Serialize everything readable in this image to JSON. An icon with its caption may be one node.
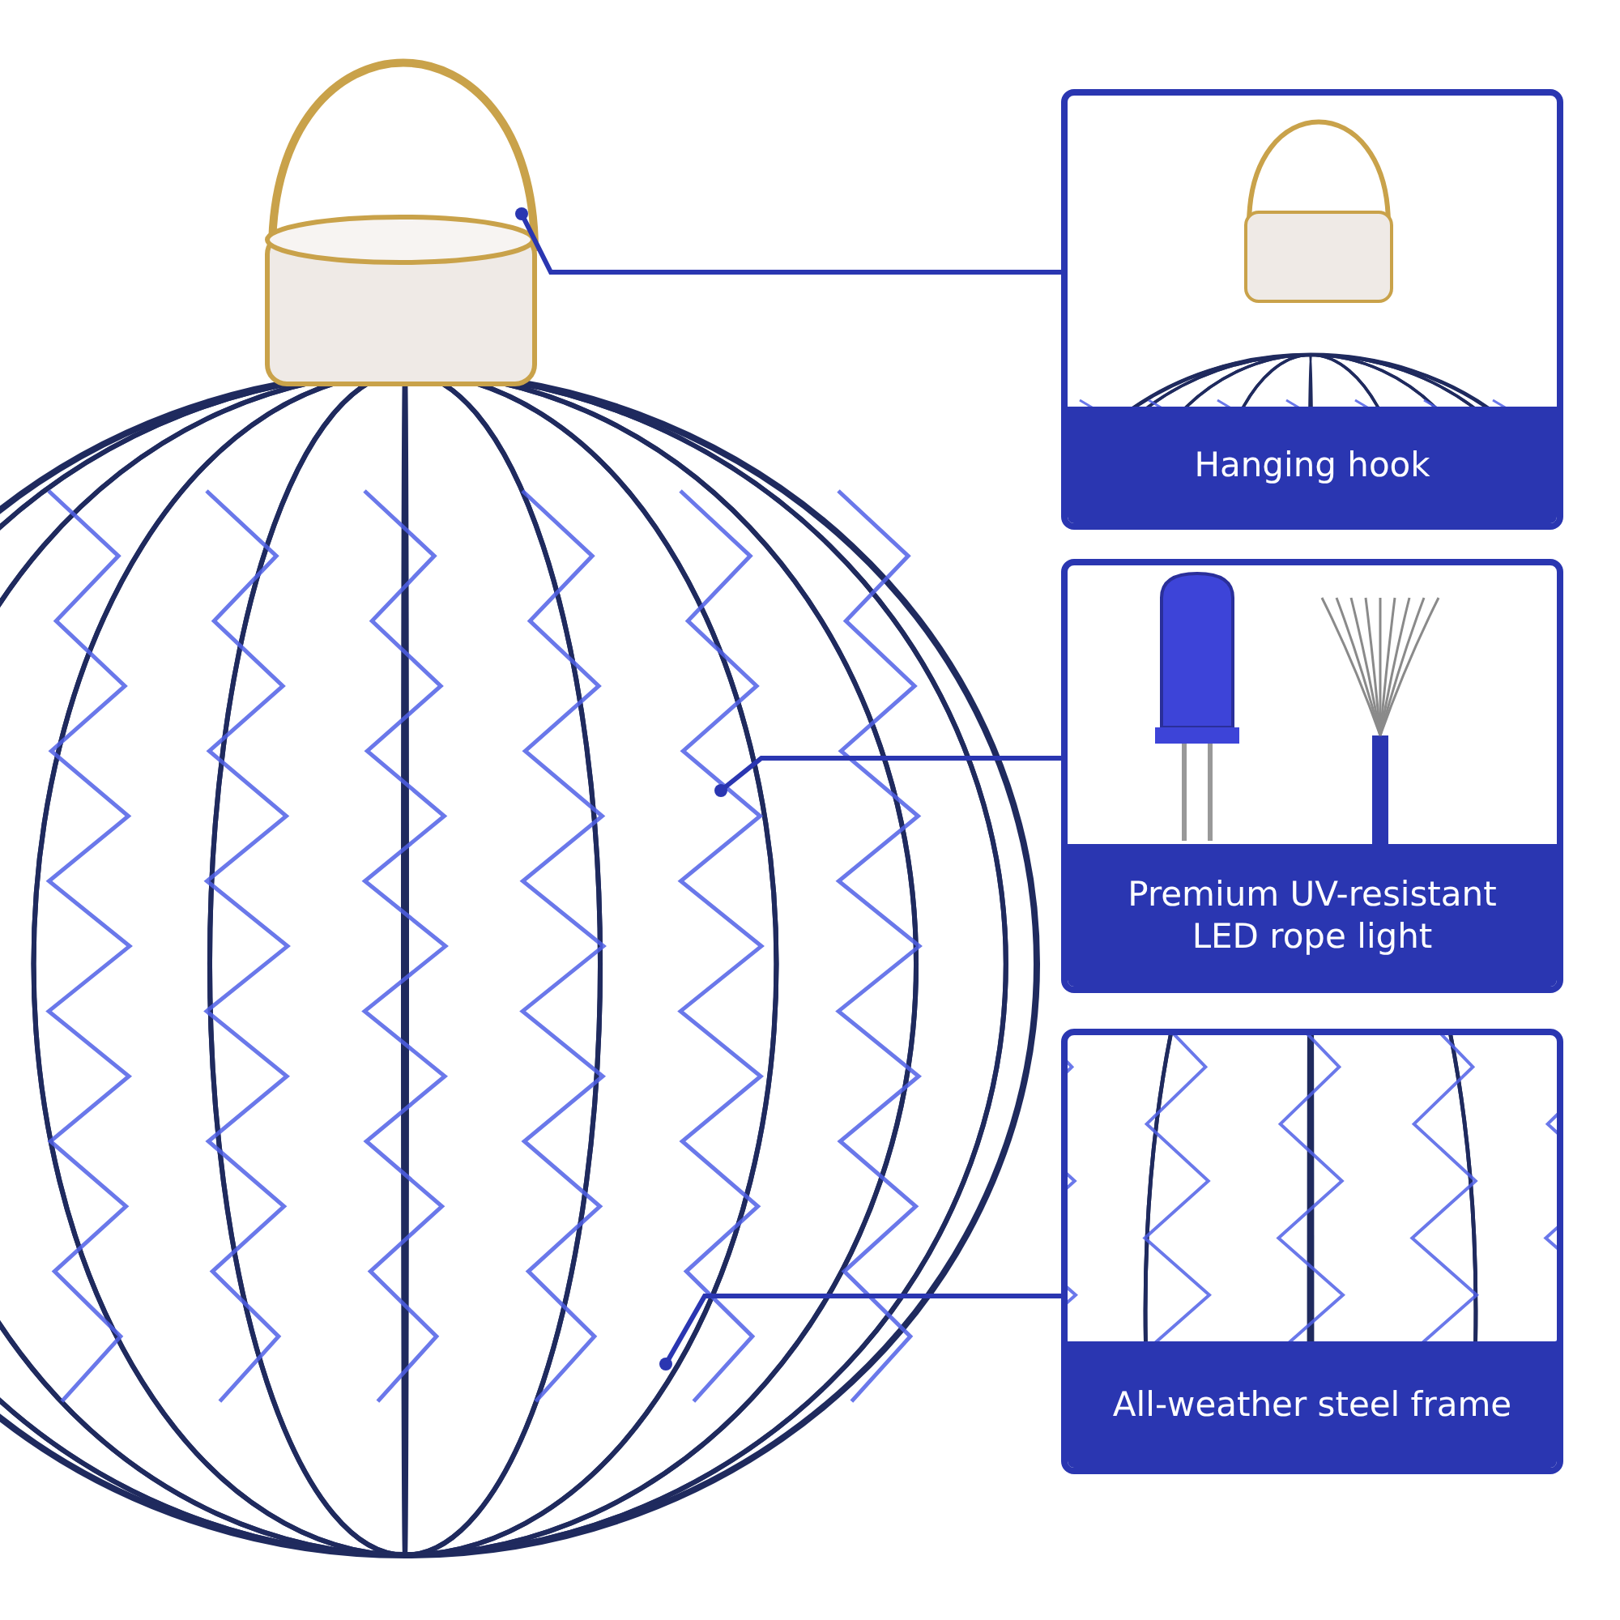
{
  "diagram": {
    "nodes": [
      {
        "text": [
          "Hanging hook"
        ]
      },
      {
        "text": [
          "Premium UV-resistant LED rope light"
        ]
      },
      {
        "text": [
          "All-weather steel frame"
        ]
      }
    ],
    "edges": [
      {
        "from": 0,
        "to": null,
        "arrow": "other"
      },
      {
        "from": 1,
        "to": null,
        "arrow": "other"
      },
      {
        "from": 2,
        "to": null,
        "arrow": "other"
      }
    ]
  }
}
